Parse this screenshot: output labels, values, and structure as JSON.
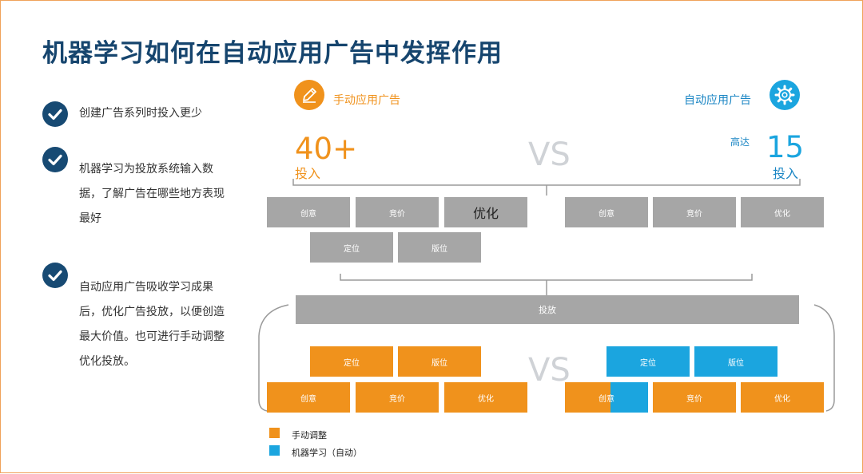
{
  "title": "机器学习如何在自动应用广告中发挥作用",
  "bullets": [
    {
      "text": "创建广告系列时投入更少"
    },
    {
      "text": "机器学习为投放系统输入数据，了解广告在哪些地方表现最好"
    },
    {
      "text": "自动应用广告吸收学习成果后，优化广告投放，以便创造最大价值。也可进行手动调整优化投放。"
    }
  ],
  "manual": {
    "label": "手动应用广告",
    "count": "40+",
    "unit": "投入"
  },
  "auto": {
    "label": "自动应用广告",
    "prefix": "高达",
    "count": "15",
    "unit": "投入"
  },
  "vs": "VS",
  "top_manual_boxes": [
    "创意",
    "竞价",
    "优化",
    "定位",
    "版位"
  ],
  "top_auto_boxes": [
    "创意",
    "竞价",
    "优化"
  ],
  "delivery": "投放",
  "bottom_manual_boxes": [
    "定位",
    "版位",
    "创意",
    "竞价",
    "优化"
  ],
  "bottom_auto_boxes": [
    "定位",
    "版位",
    "创意",
    "竞价",
    "优化"
  ],
  "legend": [
    {
      "label": "手动调整",
      "color": "#f0921c"
    },
    {
      "label": "机器学习（自动）",
      "color": "#1ba5df"
    }
  ],
  "colors": {
    "title": "#16456e",
    "orange": "#f0921c",
    "blue": "#1ba5df",
    "grey": "#a6a6a6",
    "check": "#174a73"
  },
  "icons": {
    "manual": "pencil-icon",
    "auto": "gear-icon",
    "bullet": "check-circle-icon"
  }
}
